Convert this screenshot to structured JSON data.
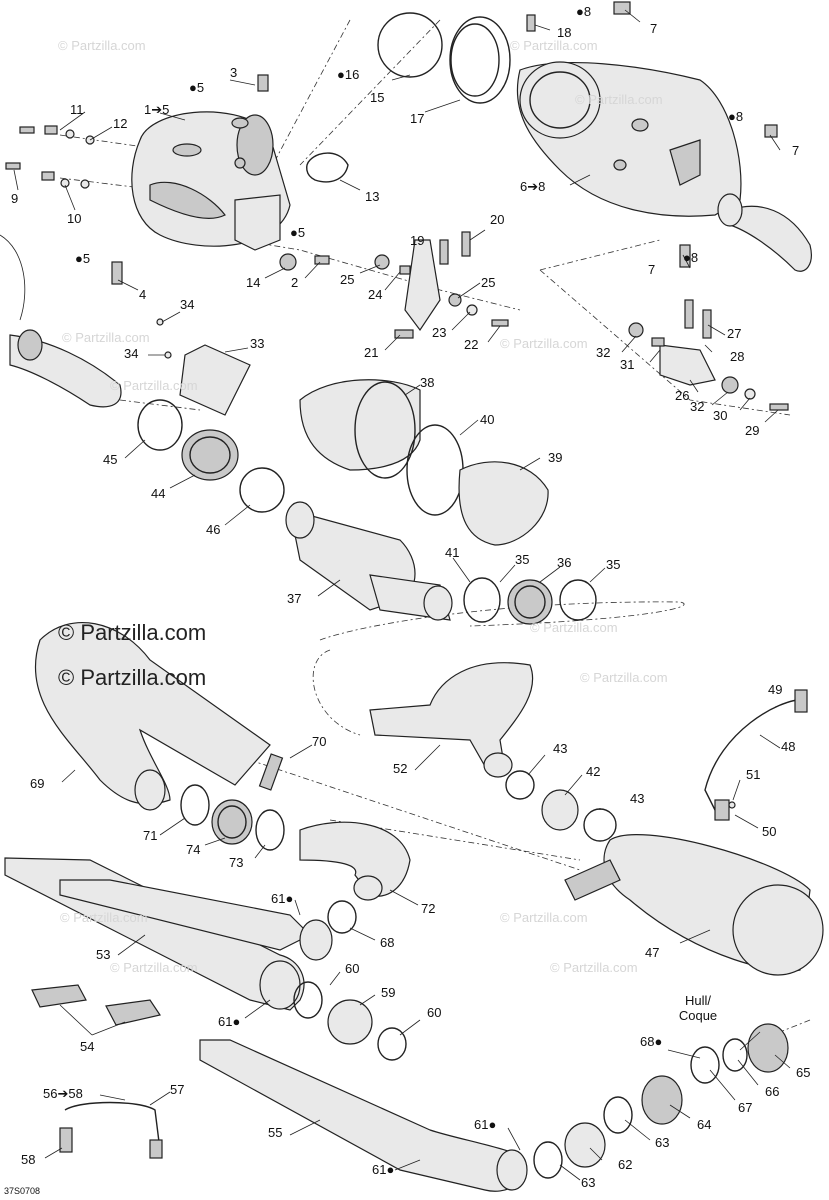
{
  "drop_symbol": "●",
  "watermarks": {
    "small": "© Partzilla.com",
    "big": "© Partzilla.com"
  },
  "drawing_code": "37S0708",
  "hull_note": {
    "line1": "Hull/",
    "line2": "Coque"
  },
  "labels": {
    "l1to5": "1➔5",
    "l2": "2",
    "l3": "3",
    "l4": "4",
    "l5a": "5",
    "l5b": "5",
    "l5c": "5",
    "l6to8": "6➔8",
    "l7a": "7",
    "l7b": "7",
    "l7c": "7",
    "l8a": "8",
    "l8b": "8",
    "l8c": "8",
    "l9": "9",
    "l10": "10",
    "l11": "11",
    "l12": "12",
    "l13": "13",
    "l14": "14",
    "l15": "15",
    "l16": "16",
    "l17": "17",
    "l18": "18",
    "l19": "19",
    "l20": "20",
    "l21": "21",
    "l22": "22",
    "l23": "23",
    "l24": "24",
    "l25a": "25",
    "l25b": "25",
    "l26": "26",
    "l27": "27",
    "l28": "28",
    "l29": "29",
    "l30": "30",
    "l31": "31",
    "l32a": "32",
    "l32b": "32",
    "l33": "33",
    "l34a": "34",
    "l34b": "34",
    "l35a": "35",
    "l35b": "35",
    "l36": "36",
    "l37": "37",
    "l38": "38",
    "l39": "39",
    "l40": "40",
    "l41": "41",
    "l42": "42",
    "l43a": "43",
    "l43b": "43",
    "l44": "44",
    "l45": "45",
    "l46": "46",
    "l47": "47",
    "l48": "48",
    "l49": "49",
    "l50": "50",
    "l51": "51",
    "l52": "52",
    "l53": "53",
    "l54": "54",
    "l55": "55",
    "l56to58": "56➔58",
    "l57": "57",
    "l58": "58",
    "l59": "59",
    "l60a": "60",
    "l60b": "60",
    "l61a": "61",
    "l61b": "61",
    "l61c": "61",
    "l61d": "61",
    "l62": "62",
    "l63a": "63",
    "l63b": "63",
    "l64": "64",
    "l65": "65",
    "l66": "66",
    "l67": "67",
    "l68a": "68",
    "l68b": "68",
    "l69": "69",
    "l70": "70",
    "l71": "71",
    "l72": "72",
    "l73": "73",
    "l74": "74"
  }
}
